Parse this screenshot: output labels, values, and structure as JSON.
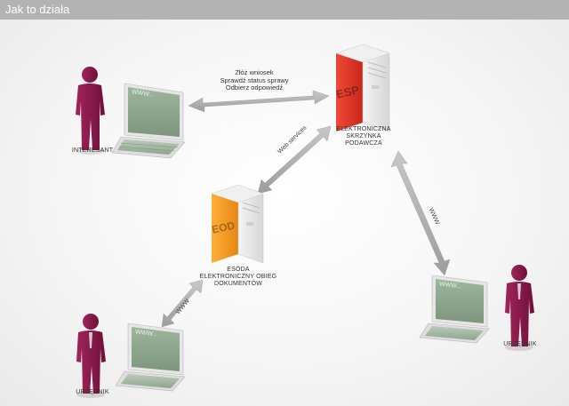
{
  "header": {
    "title": "Jak to działa"
  },
  "nodes": {
    "interesant": {
      "label": "INTERESANT",
      "screen_text": "WWW..."
    },
    "urzednik_left": {
      "label": "URZĘDNIK",
      "screen_text": "WWW..."
    },
    "urzednik_right": {
      "label": "URZĘDNIK",
      "screen_text": "WWW..."
    },
    "esp": {
      "badge": "ESP",
      "lines": [
        "ELEKTRONICZNA",
        "SKRZYNKA",
        "PODAWCZA"
      ],
      "color": "#e8382b"
    },
    "eod": {
      "badge": "EOD",
      "lines": [
        "ESODA",
        "ELEKTRONICZNY OBIEG",
        "DOKUMENTÓW"
      ],
      "color": "#f59a1f"
    }
  },
  "connections": {
    "interesant_esp": {
      "lines": [
        "Złóż wniosek",
        "Sprawdź status sprawy",
        "Odbierz odpowiedź"
      ]
    },
    "esp_eod": {
      "label": "Web services"
    },
    "esp_urzednik": {
      "label": "WWW"
    },
    "eod_urzednik": {
      "label": "WWW"
    }
  },
  "colors": {
    "person": "#8e1a4e",
    "monitor": "#8fa88f",
    "arrow": "#b5b5b5",
    "header": "#b3b3b3"
  }
}
